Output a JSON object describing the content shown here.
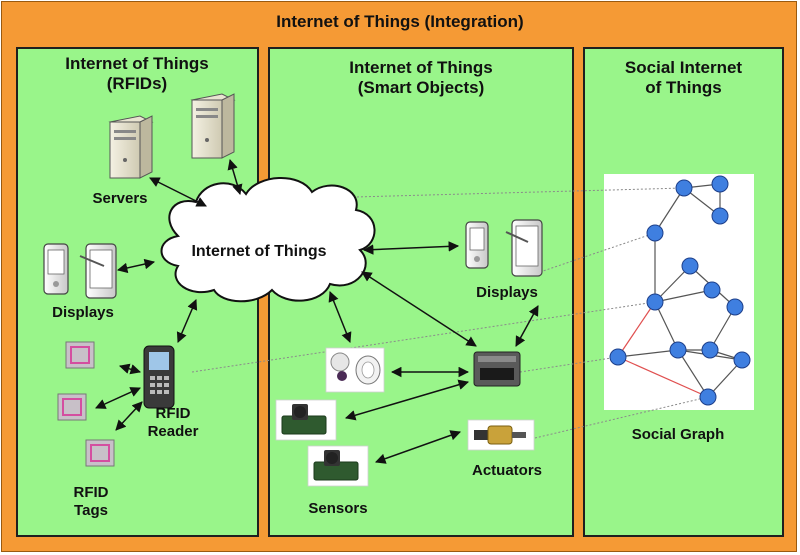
{
  "title": "Internet of Things (Integration)",
  "panels": {
    "rfid": {
      "title": "Internet of Things\n(RFIDs)"
    },
    "smart": {
      "title": "Internet of Things\n(Smart Objects)"
    },
    "social": {
      "title": "Social Internet\nof Things"
    }
  },
  "labels": {
    "servers": "Servers",
    "cloud": "Internet of Things",
    "displays_left": "Displays",
    "displays_right": "Displays",
    "rfid_reader": "RFID\nReader",
    "rfid_tags": "RFID\nTags",
    "sensors": "Sensors",
    "actuators": "Actuators",
    "social_graph": "Social Graph"
  },
  "colors": {
    "outer_frame": "#f59a35",
    "panel_fill": "#99f58a",
    "graph_node": "#3f7fe0",
    "graph_edge": "#555555",
    "graph_red_edge": "#e05050"
  }
}
